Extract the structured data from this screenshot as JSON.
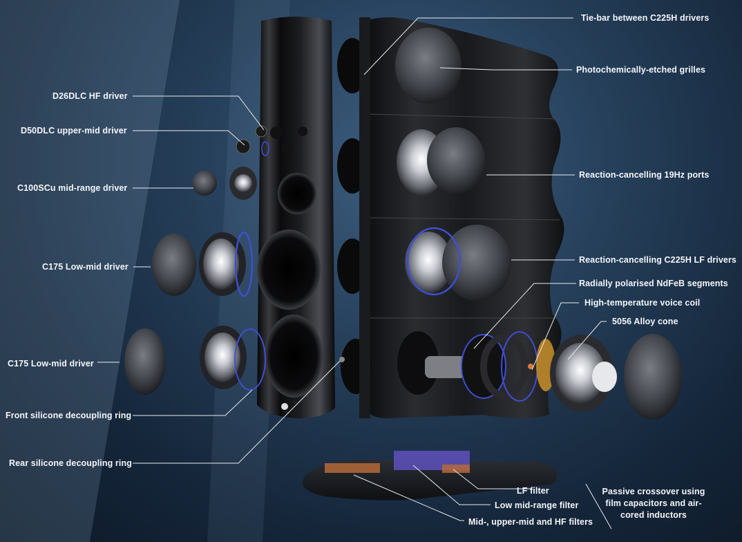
{
  "colors": {
    "background_center": "#3e5f80",
    "background_edge": "#0c1826",
    "label_text": "#f4f6fa",
    "leader_line": "#e8ecf2",
    "cabinet": "#1d1e21",
    "driver_ring_blue": "#3f4fd0",
    "crossover_board": "#1a1c20"
  },
  "labels": {
    "tie_bar": "Tie-bar between C225H drivers",
    "grilles": "Photochemically-etched grilles",
    "d26dlc": "D26DLC HF driver",
    "d50dlc": "D50DLC upper-mid driver",
    "c100scu": "C100SCu mid-range driver",
    "ports": "Reaction-cancelling 19Hz ports",
    "c175_upper": "C175 Low-mid driver",
    "c225h_lf": "Reaction-cancelling C225H LF drivers",
    "ndfeb": "Radially polarised NdFeB segments",
    "voice_coil": "High-temperature voice coil",
    "alloy_cone": "5056 Alloy cone",
    "c175_lower": "C175 Low-mid driver",
    "front_ring": "Front silicone decoupling ring",
    "rear_ring": "Rear silicone decoupling ring",
    "lf_filter": "LF filter",
    "low_mid_filter": "Low mid-range filter",
    "hf_filters": "Mid-, upper-mid and HF filters",
    "crossover": "Passive crossover using film capacitors and air-cored inductors"
  }
}
